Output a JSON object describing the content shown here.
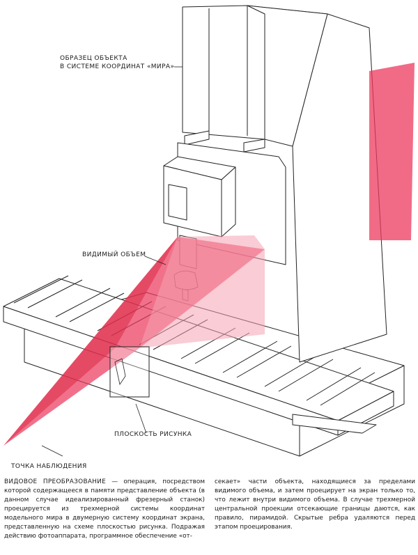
{
  "labels": {
    "world_object": [
      "ОБРАЗЕЦ ОБЪЕКТА",
      "В СИСТЕМЕ КООРДИНАТ «МИРА»"
    ],
    "visible_volume": "ВИДИМЫЙ ОБЪЕМ",
    "picture_plane": "ПЛОСКОСТЬ РИСУНКА",
    "viewpoint": "ТОЧКА НАБЛЮДЕНИЯ"
  },
  "caption": {
    "term": "ВИДОВОЕ ПРЕОБРАЗОВАНИЕ",
    "col1_rest": "— операция, посредством которой содержащееся в памяти представление объекта (в данном случае идеализированный фрезерный станок) проецируется из трехмерной системы координат модельного мира в двумерную систему координат экрана, представленную на схеме плоскостью рисунка. Подражая действию фотоаппарата, программное обеспечение «от-",
    "col2": "секает» части объекта, находящиеся за пределами видимого объема, и затем проецирует на экран только то, что лежит внутри видимого объема. В случае трехмерной центральной проекции отсекающие границы даются, как правило, пирамидой. Скрытые ребра удаляются перед этапом проецирования."
  },
  "colors": {
    "frustum": "#ec3a5e",
    "frustum_light": "#f6a3b3",
    "frustum_dark": "#d9243f",
    "line": "#222222"
  }
}
